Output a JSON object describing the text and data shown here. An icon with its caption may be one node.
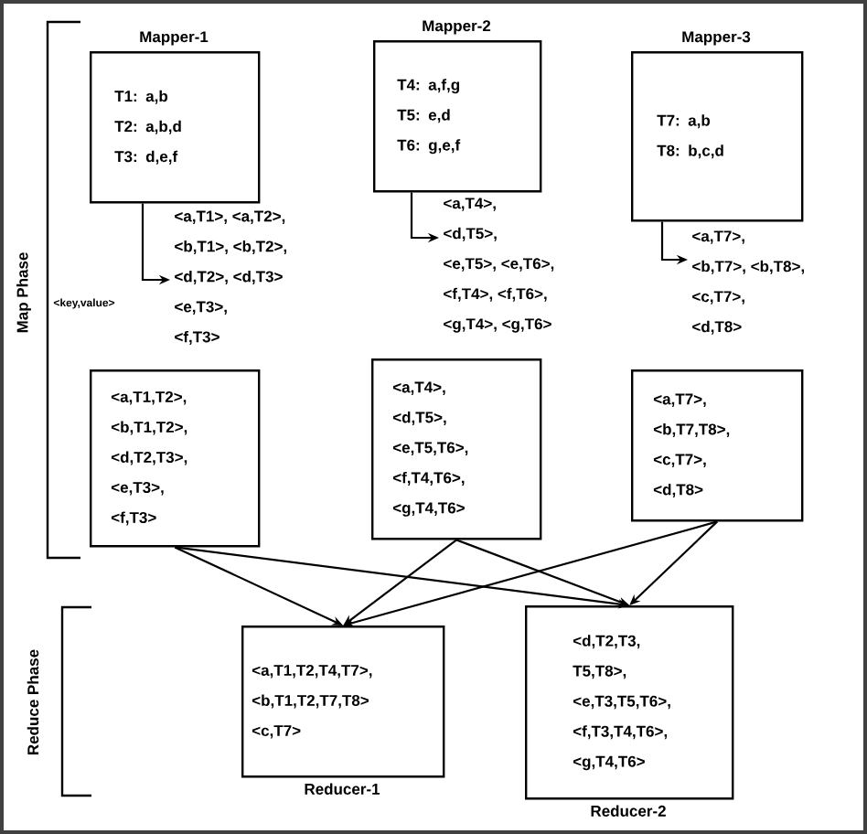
{
  "diagram": {
    "nodes": [
      {
        "text": [
          "Mapper-1",
          "T1: a,b",
          "T2: a,b,d",
          "T3: d,e,f"
        ]
      },
      {
        "text": [
          "Mapper-2",
          "T4: a,f,g",
          "T5: e,d",
          "T6: g,e,f"
        ]
      },
      {
        "text": [
          "Mapper-3",
          "T7: a,b",
          "T8: b,c,d"
        ]
      },
      {
        "text": [
          "<a,T1>, <a,T2>,",
          "<b,T1>, <b,T2>,",
          "<d,T2>, <d,T3>",
          "<e,T3>,",
          "<f,T3>"
        ]
      },
      {
        "text": [
          "<a,T4>,",
          "<d,T5>,",
          "<e,T5>, <e,T6>,",
          "<f,T4>, <f,T6>,",
          "<g,T4>, <g,T6>"
        ]
      },
      {
        "text": [
          "<a,T7>,",
          "<b,T7>, <b,T8>,",
          "<c,T7>,",
          "<d,T8>"
        ]
      },
      {
        "text": [
          "<a,T1,T2>,",
          "<b,T1,T2>,",
          "<d,T2,T3>,",
          "<e,T3>,",
          "<f,T3>"
        ]
      },
      {
        "text": [
          "<a,T4>,",
          "<d,T5>,",
          "<e,T5,T6>,",
          "<f,T4,T6>,",
          "<g,T4,T6>"
        ]
      },
      {
        "text": [
          "<a,T7>,",
          "<b,T7,T8>,",
          "<c,T7>,",
          "<d,T8>"
        ]
      },
      {
        "text": [
          "<a,T1,T2,T4,T7>,",
          "<b,T1,T2,T7,T8>",
          "<c,T7>"
        ],
        "beside": [
          "Reducer-1"
        ]
      },
      {
        "text": [
          "<d,T2,T3, T5,T8>,",
          "<e,T3,T5,T6>,",
          "<f,T3,T4,T6>,",
          "<g,T4,T6>"
        ],
        "beside": [
          "Reducer-2"
        ]
      }
    ],
    "edges": [
      {
        "from": 0,
        "to": 3,
        "arrow": "to"
      },
      {
        "from": 1,
        "to": 4,
        "arrow": "to"
      },
      {
        "from": 2,
        "to": 5,
        "arrow": "to"
      },
      {
        "from": 6,
        "to": 9,
        "arrow": "to"
      },
      {
        "from": 6,
        "to": 10,
        "arrow": "to"
      },
      {
        "from": 7,
        "to": 9,
        "arrow": "to"
      },
      {
        "from": 7,
        "to": 10,
        "arrow": "to"
      },
      {
        "from": 8,
        "to": 9,
        "arrow": "to"
      },
      {
        "from": 8,
        "to": 10,
        "arrow": "to"
      }
    ],
    "labels": [
      "<key,value>",
      "Map Phase",
      "Reduce Phase"
    ]
  }
}
